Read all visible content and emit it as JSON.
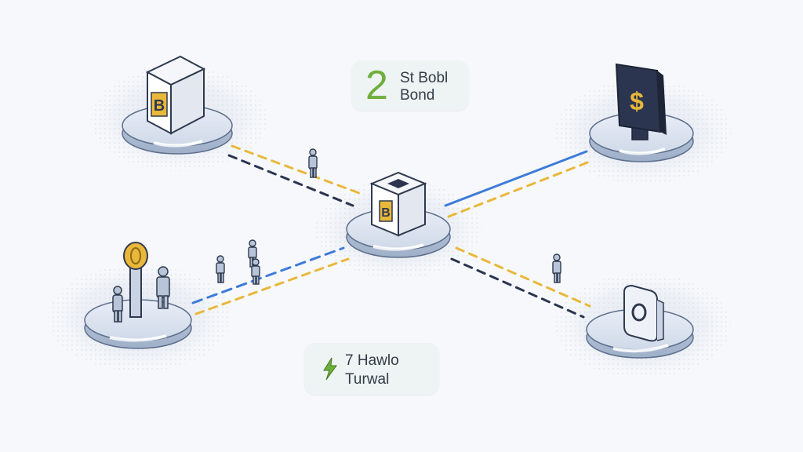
{
  "labels": {
    "top": {
      "number": "2",
      "line1": "St Bobl",
      "line2": "Bond"
    },
    "bottom": {
      "line1": "7 Hawlo",
      "line2": "Turwal"
    }
  },
  "nodes": {
    "center": {
      "glyph": "B"
    },
    "top_left": {
      "glyph": "B"
    },
    "top_right": {
      "glyph": "$"
    }
  },
  "colors": {
    "blue_link": "#3d7bd9",
    "yellow_link": "#e9b73a",
    "navy_link": "#2b3550",
    "green_accent": "#6fae3a",
    "gold": "#e9b73a"
  }
}
